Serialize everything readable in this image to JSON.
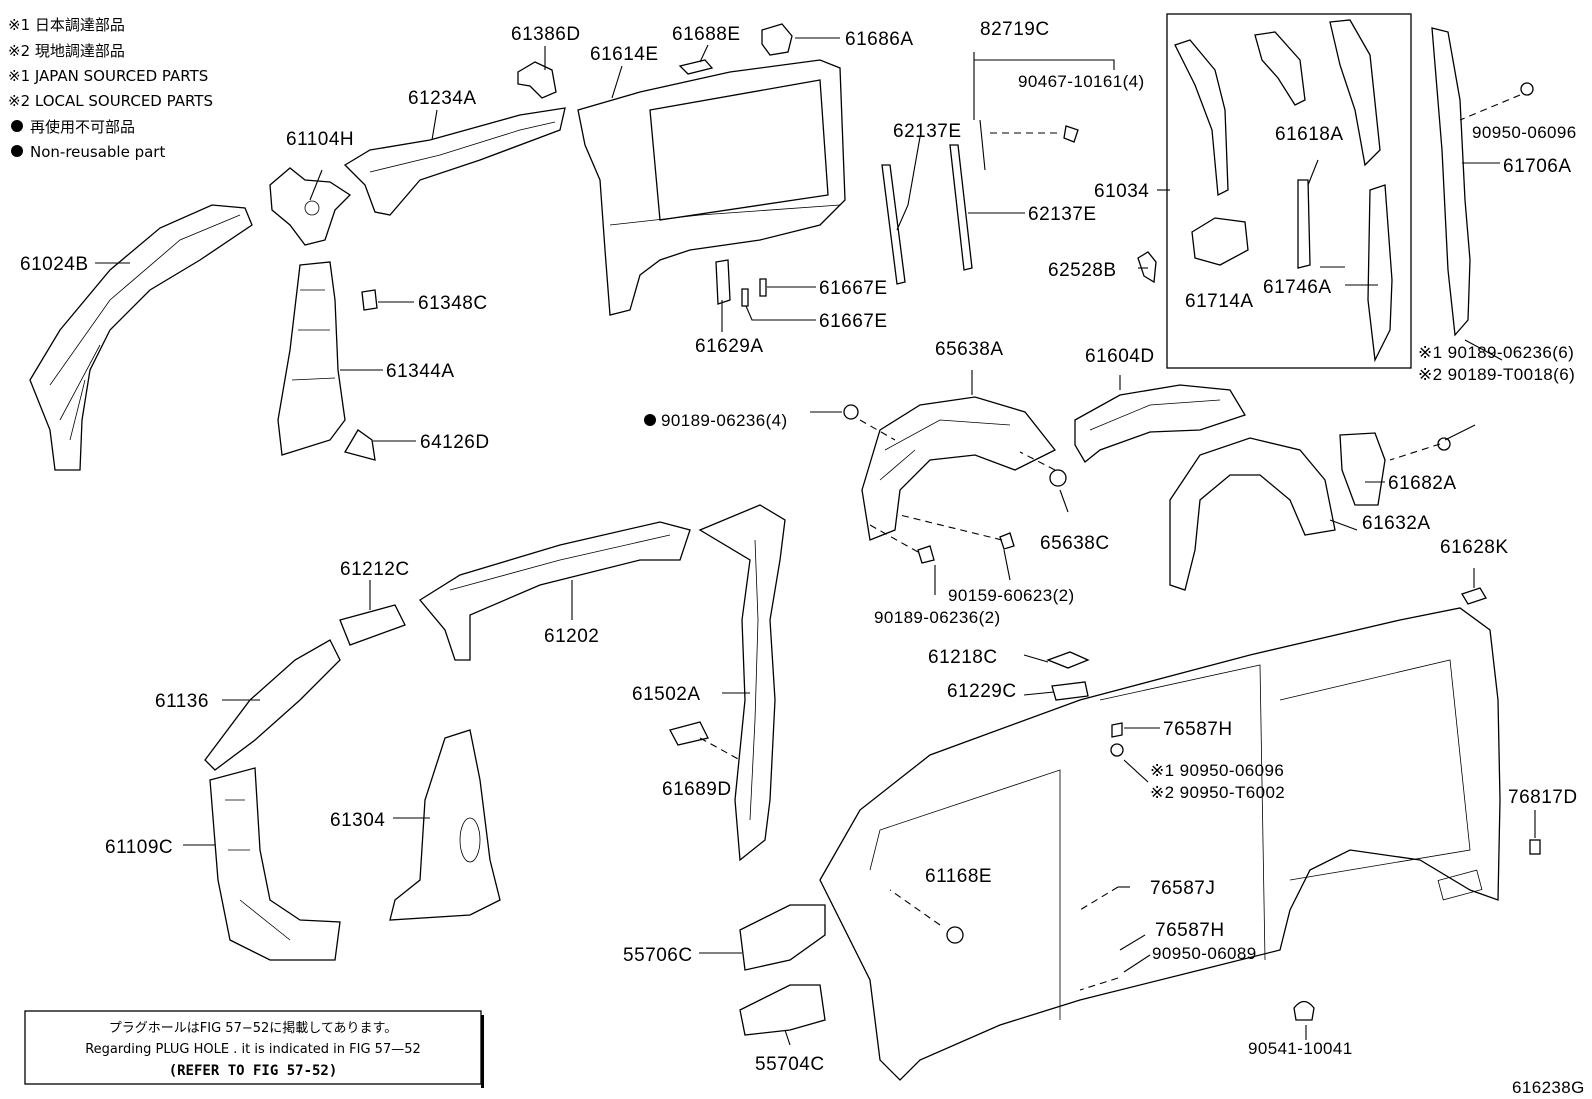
{
  "legend": {
    "line1": "※1  日本調達部品",
    "line2": "※2  現地調達部品",
    "line3": "※1  JAPAN SOURCED PARTS",
    "line4": "※2  LOCAL SOURCED PARTS",
    "line5": "再使用不可部品",
    "line6": "Non-reusable part"
  },
  "note": {
    "jp": "プラグホールはFIG 57−52に掲載してあります。",
    "en": "Regarding  PLUG  HOLE . it is indicated in FIG  57—52",
    "ref": "(REFER TO FIG 57-52)"
  },
  "figure_id": "616238G",
  "labels": {
    "p61386D": "61386D",
    "p61688E": "61688E",
    "p61686A": "61686A",
    "p82719C": "82719C",
    "p90467": "90467-10161(4)",
    "p61614E": "61614E",
    "p61234A": "61234A",
    "p61104H": "61104H",
    "p61024B": "61024B",
    "p61348C": "61348C",
    "p61344A": "61344A",
    "p64126D": "64126D",
    "p62137E_1": "62137E",
    "p62137E_2": "62137E",
    "p61667E_1": "61667E",
    "p61667E_2": "61667E",
    "p61629A": "61629A",
    "p62528B": "62528B",
    "p61034": "61034",
    "p61618A": "61618A",
    "p61714A": "61714A",
    "p61746A": "61746A",
    "p90950_06096_top": "90950-06096",
    "p61706A": "61706A",
    "p90189_6236_6": "※1 90189-06236(6)",
    "p90189_T0018": "※2 90189-T0018(6)",
    "p65638A": "65638A",
    "p61604D": "61604D",
    "p90189_4": "90189-06236(4)",
    "p61682A": "61682A",
    "p65638C": "65638C",
    "p61632A": "61632A",
    "p90159": "90159-60623(2)",
    "p90189_2": "90189-06236(2)",
    "p61628K": "61628K",
    "p61212C": "61212C",
    "p61202": "61202",
    "p61136": "61136",
    "p61502A": "61502A",
    "p61218C": "61218C",
    "p61229C": "61229C",
    "p76587H_1": "76587H",
    "p90950_06096_mid": "※1 90950-06096",
    "p90950_T6002": "※2 90950-T6002",
    "p61689D": "61689D",
    "p76817D": "76817D",
    "p61109C": "61109C",
    "p61304": "61304",
    "p61168E": "61168E",
    "p76587J": "76587J",
    "p76587H_2": "76587H",
    "p90950_06089": "90950-06089",
    "p55706C": "55706C",
    "p55704C": "55704C",
    "p90541": "90541-10041"
  }
}
